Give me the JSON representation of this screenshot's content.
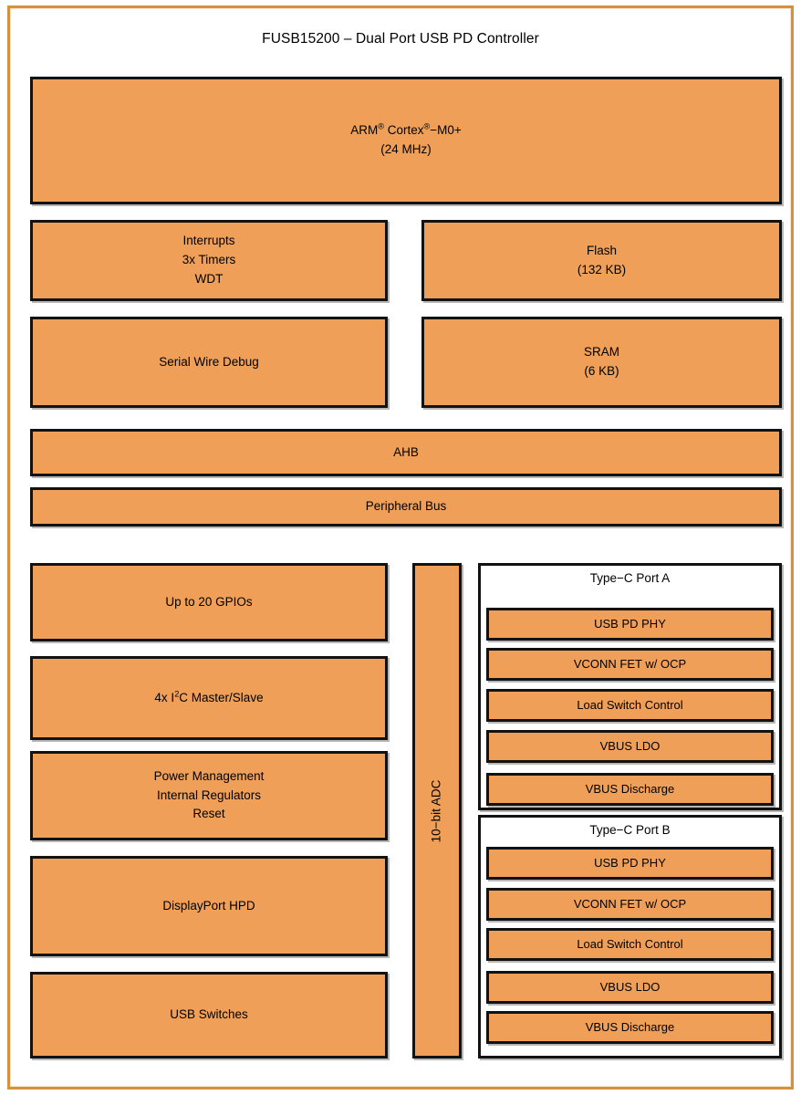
{
  "diagram": {
    "title": "FUSB15200 – Dual Port USB PD Controller",
    "colors": {
      "block_fill": "#ef9f57",
      "block_border": "#121212",
      "frame_border": "#d6913f",
      "background": "#ffffff",
      "text": "#000000"
    },
    "cpu": {
      "line1_pre": "ARM",
      "line1_reg1": "®",
      "line1_mid": " Cortex",
      "line1_reg2": "®",
      "line1_post": "−M0+",
      "line2": "(24 MHz)"
    },
    "core_blocks": [
      {
        "id": "interrupts-timers-wdt",
        "lines": [
          "Interrupts",
          "3x Timers",
          "WDT"
        ]
      },
      {
        "id": "flash",
        "lines": [
          "Flash",
          "(132 KB)"
        ]
      },
      {
        "id": "serial-wire-debug",
        "lines": [
          "Serial Wire Debug"
        ]
      },
      {
        "id": "sram",
        "lines": [
          "SRAM",
          "(6 KB)"
        ]
      }
    ],
    "buses": [
      {
        "id": "ahb",
        "label": "AHB"
      },
      {
        "id": "peripheral-bus",
        "label": "Peripheral Bus"
      }
    ],
    "peripherals": [
      {
        "id": "gpios",
        "lines": [
          "Up to 20 GPIOs"
        ]
      },
      {
        "id": "i2c",
        "lines": [
          "4x I2C Master/Slave"
        ],
        "has_superscript": true,
        "pre": "4x I",
        "sup": "2",
        "post": "C Master/Slave"
      },
      {
        "id": "power-management",
        "lines": [
          "Power Management",
          "Internal Regulators",
          "Reset"
        ]
      },
      {
        "id": "displayport-hpd",
        "lines": [
          "DisplayPort HPD"
        ]
      },
      {
        "id": "usb-switches",
        "lines": [
          "USB Switches"
        ]
      }
    ],
    "adc": {
      "id": "adc",
      "label": "10−bit ADC"
    },
    "ports": [
      {
        "id": "type-c-port-a",
        "title": "Type−C Port A",
        "blocks": [
          "USB PD PHY",
          "VCONN FET w/ OCP",
          "Load Switch Control",
          "VBUS LDO",
          "VBUS Discharge"
        ]
      },
      {
        "id": "type-c-port-b",
        "title": "Type−C Port B",
        "blocks": [
          "USB PD PHY",
          "VCONN FET w/ OCP",
          "Load Switch Control",
          "VBUS LDO",
          "VBUS Discharge"
        ]
      }
    ]
  }
}
